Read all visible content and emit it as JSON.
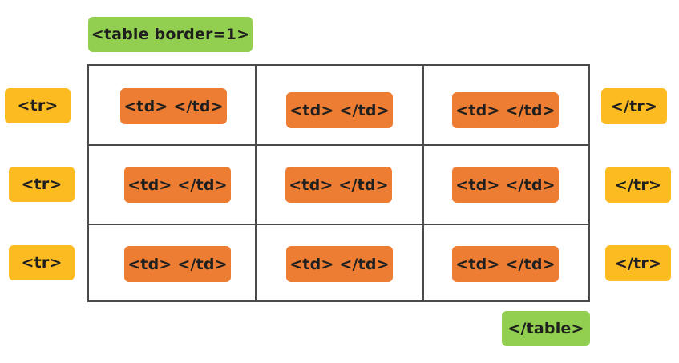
{
  "diagram": {
    "table_open": "<table border=1>",
    "table_close": "</table>",
    "rows": [
      {
        "open": "<tr>",
        "close": "</tr>",
        "cells": [
          "<td> </td>",
          "<td> </td>",
          "<td> </td>"
        ]
      },
      {
        "open": "<tr>",
        "close": "</tr>",
        "cells": [
          "<td> </td>",
          "<td> </td>",
          "<td> </td>"
        ]
      },
      {
        "open": "<tr>",
        "close": "</tr>",
        "cells": [
          "<td> </td>",
          "<td> </td>",
          "<td> </td>"
        ]
      }
    ]
  },
  "colors": {
    "table_tag": "#92cf50",
    "row_tag": "#fcbc21",
    "cell_tag": "#ec7d32",
    "grid_line": "#4a4a4a"
  }
}
